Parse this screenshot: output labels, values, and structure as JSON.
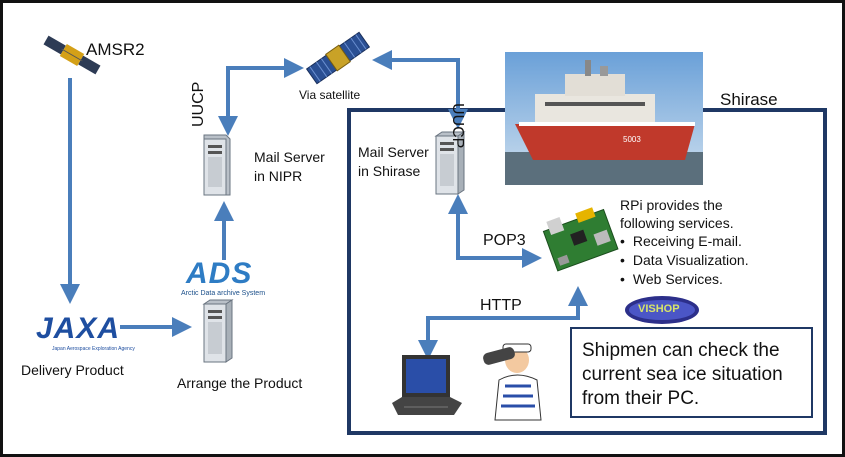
{
  "labels": {
    "amsr2": "AMSR2",
    "uucp_left": "UUCP",
    "uucp_right": "UUCP",
    "via_satellite": "Via satellite",
    "shirase": "Shirase",
    "mail_server_nipr": "Mail Server\nin NIPR",
    "mail_server_shirase": "Mail Server\nin Shirase",
    "pop3": "POP3",
    "http": "HTTP",
    "delivery_product": "Delivery Product",
    "arrange_product": "Arrange the Product",
    "ads_logo": "ADS",
    "ads_sub": "Arctic Data archive System",
    "jaxa_logo": "JAXA",
    "jaxa_sub": "Japan Aerospace Exploration Agency",
    "visiop_logo": "VISHOP",
    "ship_number": "5003"
  },
  "rpi": {
    "intro": "RPi provides the\nfollowing services.",
    "services": [
      "Receiving E-mail.",
      "Data Visualization.",
      "Web Services."
    ]
  },
  "callout": "Shipmen can check the\ncurrent sea ice situation\nfrom their PC.",
  "colors": {
    "arrow": "#4a7ebb",
    "box_border": "#1f3864",
    "ship_hull": "#c0392b"
  },
  "icons": [
    "satellite-icon",
    "server-icon",
    "raspberry-pi-icon",
    "laptop-icon",
    "sailor-icon",
    "ship-photo"
  ]
}
